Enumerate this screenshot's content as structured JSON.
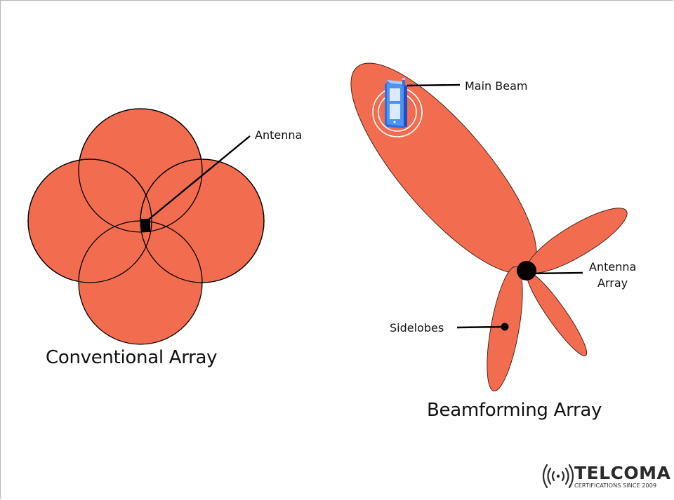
{
  "conventional": {
    "title": "Conventional Array",
    "antenna_label": "Antenna",
    "lobe_count": 4
  },
  "beamforming": {
    "title": "Beamforming Array",
    "main_beam_label": "Main Beam",
    "antenna_array_label_line1": "Antenna",
    "antenna_array_label_line2": "Array",
    "sidelobes_label": "Sidelobes"
  },
  "colors": {
    "lobe_fill": "#F26D50",
    "outline": "#000000",
    "phone_blue": "#3b82f6",
    "background": "#ffffff"
  },
  "brand": {
    "name": "TELCOMA",
    "tagline": "CERTIFICATIONS SINCE 2009",
    "icon": "broadcast-signal-icon"
  }
}
